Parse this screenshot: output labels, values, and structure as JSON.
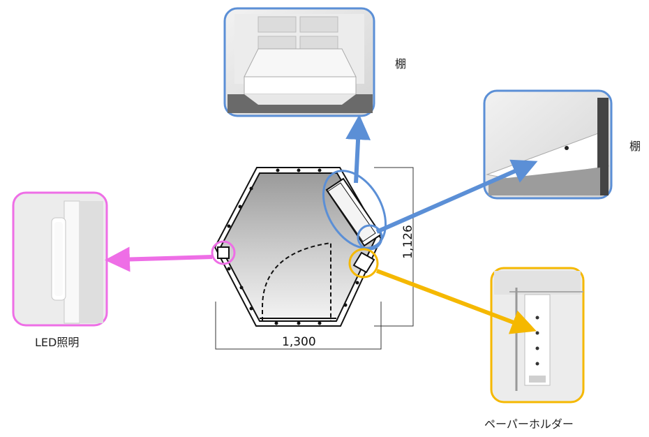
{
  "labels": {
    "shelf_top": "棚",
    "shelf_right": "棚",
    "led_light": "LED照明",
    "paper_holder": "ペーパーホルダー"
  },
  "dimensions": {
    "width": "1,300",
    "depth": "1,126"
  },
  "colors": {
    "blue": "#5b8fd6",
    "pink": "#ee6ee6",
    "orange": "#f5b800"
  }
}
